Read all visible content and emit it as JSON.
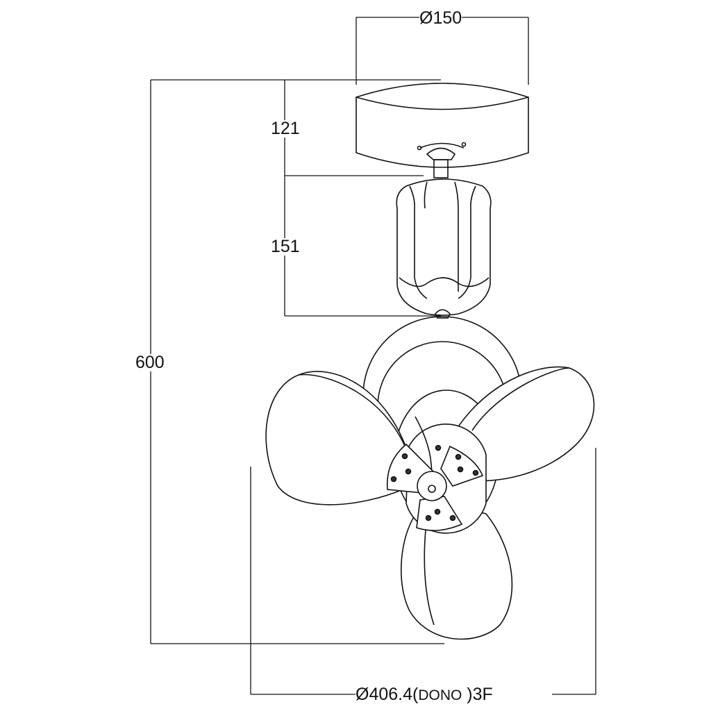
{
  "title": "Ceiling fan dimension drawing",
  "dimensions": {
    "canopy_diameter": "Ø150",
    "canopy_height": "121",
    "motor_height": "151",
    "overall_height": "600",
    "blade_span_value": "Ø406.4(",
    "blade_span_note": "DONO",
    "blade_span_suffix": " )3F"
  },
  "colors": {
    "line": "#111111",
    "background": "#ffffff"
  }
}
